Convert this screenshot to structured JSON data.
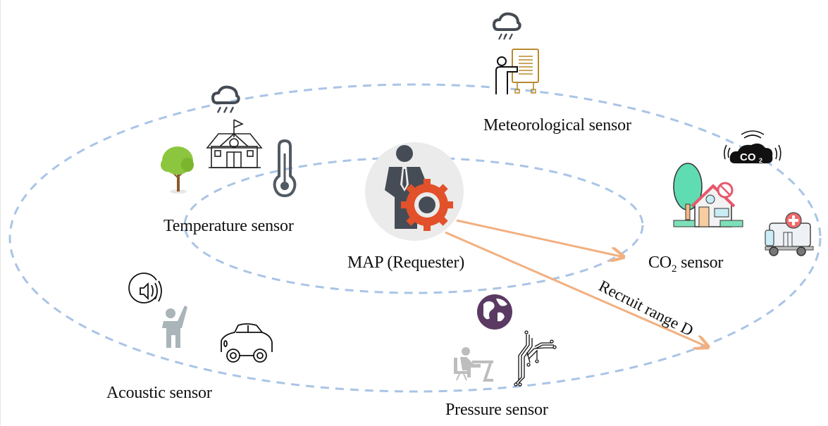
{
  "diagram": {
    "center": {
      "label": "MAP (Requester)",
      "icon": "businessman-gear-icon"
    },
    "range_label": "Recruit range D",
    "colors": {
      "range_ellipse": "#a9c4e6",
      "arrow": "#f2b080",
      "gear": "#e2512a",
      "person": "#464c55",
      "center_circle": "#ebebeb"
    },
    "sensors": [
      {
        "name": "Temperature sensor",
        "icons": [
          "tree-icon",
          "school-icon",
          "rain-cloud-icon",
          "thermometer-icon"
        ]
      },
      {
        "name": "Meteorological sensor",
        "icons": [
          "storm-cloud-icon",
          "presenter-board-icon"
        ]
      },
      {
        "name": "CO",
        "sub": "2",
        "suffix": " sensor",
        "icons": [
          "co2-cloud-icon",
          "house-tree-icon",
          "ambulance-icon"
        ]
      },
      {
        "name": "Acoustic sensor",
        "icons": [
          "speaker-icon",
          "waving-person-icon",
          "car-icon"
        ]
      },
      {
        "name": "Pressure sensor",
        "icons": [
          "globe-icon",
          "desk-worker-icon",
          "circuit-icon"
        ]
      }
    ]
  }
}
